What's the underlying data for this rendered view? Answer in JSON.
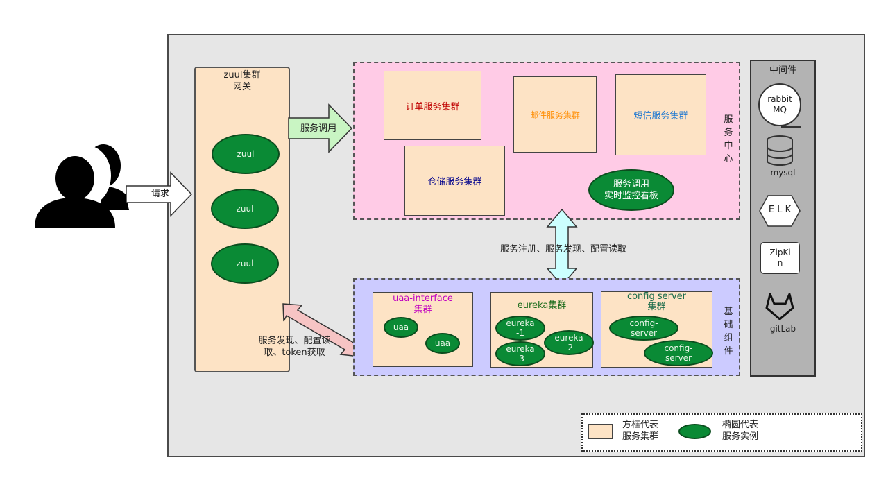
{
  "user_group_icon": "users-icon",
  "request_label": "请求",
  "gateway": {
    "title": "zuul集群",
    "subtitle": "网关",
    "instances": [
      "zuul",
      "zuul",
      "zuul"
    ]
  },
  "service_call_label": "服务调用",
  "service_center": {
    "label": "服务中心",
    "clusters": {
      "order": "订单服务集群",
      "mail": "邮件服务集群",
      "sms": "短信服务集群",
      "warehouse": "仓储服务集群"
    },
    "monitor": [
      "服务调用",
      "实时监控看板"
    ]
  },
  "registry_label": "服务注册、服务发现、配置读取",
  "gateway_link_label": [
    "服务发现、配置读",
    "取、token获取"
  ],
  "base_components": {
    "label": "基础组件",
    "uaa": {
      "title": [
        "uaa-interface",
        "集群"
      ],
      "instances": [
        "uaa",
        "uaa"
      ]
    },
    "eureka": {
      "title": "eureka集群",
      "instances": [
        [
          "eureka",
          "-1"
        ],
        [
          "eureka",
          "-2"
        ],
        [
          "eureka",
          "-3"
        ]
      ]
    },
    "config": {
      "title": [
        "config server",
        "集群"
      ],
      "instances": [
        [
          "config-",
          "server"
        ],
        [
          "config-",
          "server"
        ]
      ]
    }
  },
  "middleware": {
    "title": "中间件",
    "items": {
      "rabbitmq": [
        "rabbit",
        "MQ"
      ],
      "mysql": "mysql",
      "elk": "E L K",
      "zipkin": [
        "ZipKi",
        "n"
      ],
      "gitlab": "gitLab"
    }
  },
  "legend": {
    "box_text": [
      "方框代表",
      "服务集群"
    ],
    "ellipse_text": [
      "椭圆代表",
      "服务实例"
    ]
  },
  "colors": {
    "frame_bg": "#e6e6e6",
    "cluster_box": "#fde3c5",
    "service_zone": "#ffcbe6",
    "base_zone": "#cccbff",
    "instance_green": "#0a8a35",
    "middleware_bg": "#b3b3b3",
    "order_text": "#c00000",
    "mail_text": "#ff8c00",
    "sms_text": "#1f78d1",
    "warehouse_text": "#00008b",
    "uaa_text": "#c000c0",
    "eureka_text": "#1a6b1a",
    "config_text": "#1a6b4a"
  }
}
